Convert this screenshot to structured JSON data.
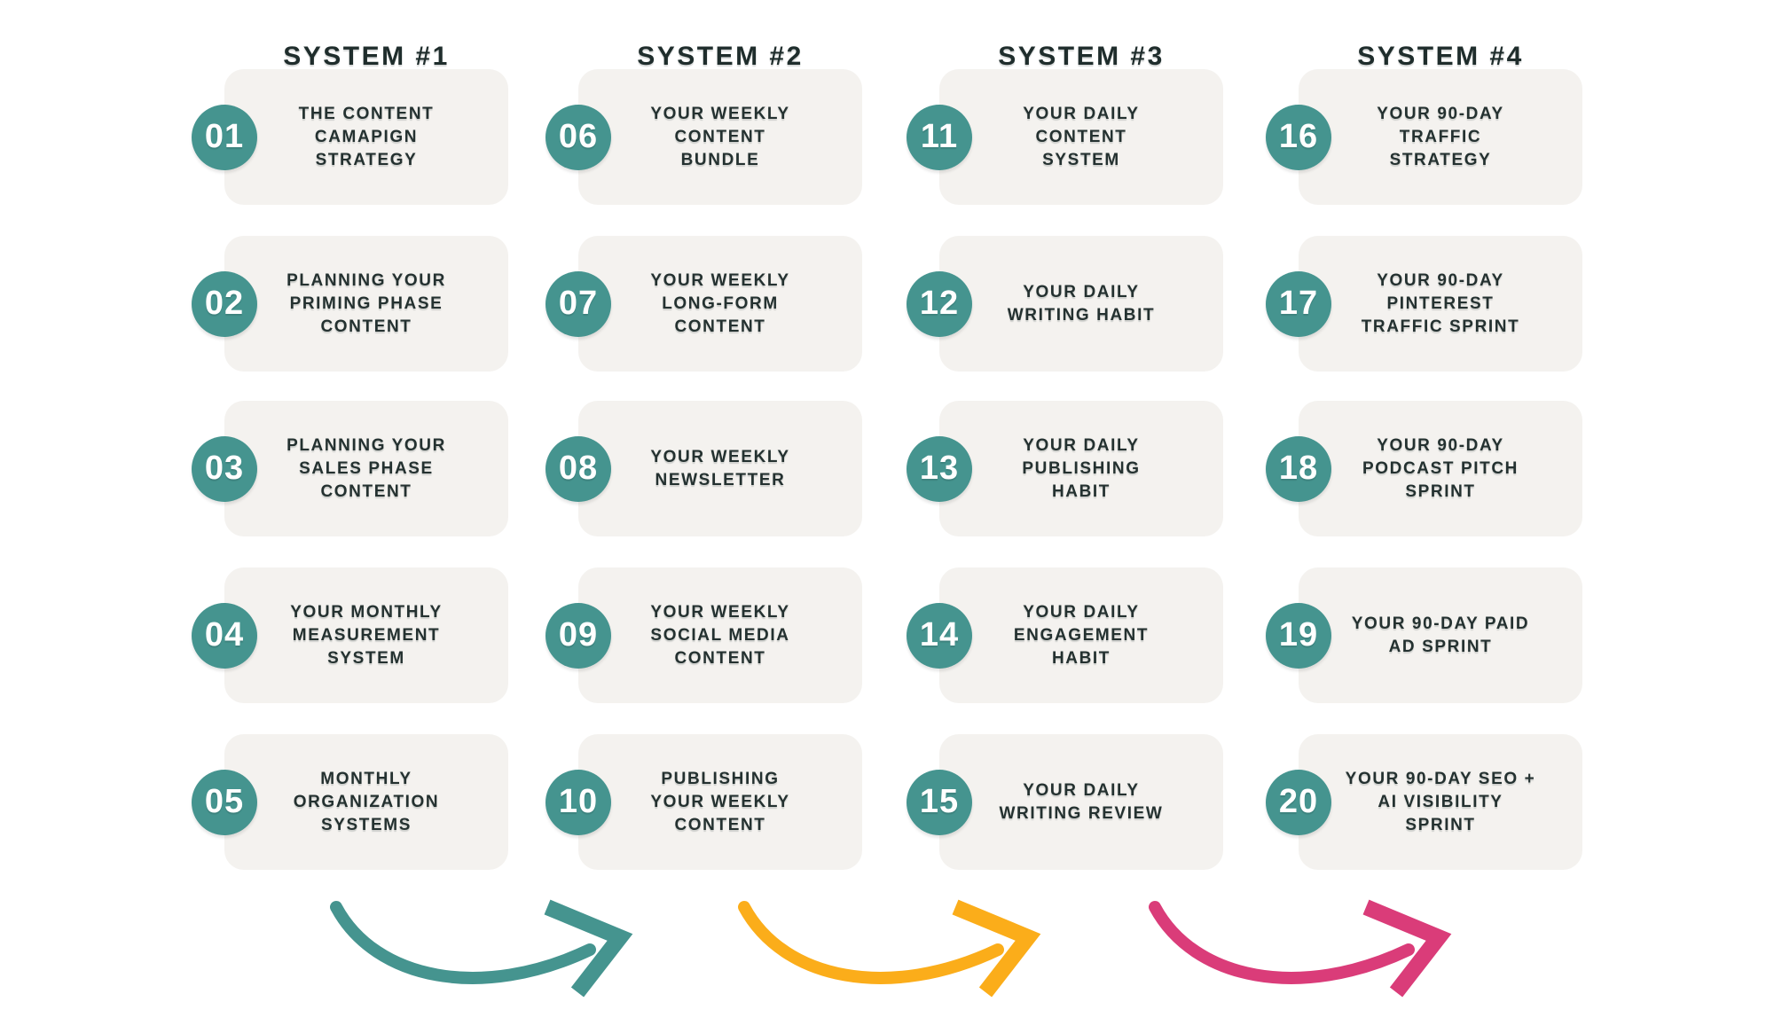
{
  "columns": [
    {
      "title": "SYSTEM #1",
      "cards": [
        {
          "number": "01",
          "label": "THE CONTENT\nCAMAPIGN\nSTRATEGY"
        },
        {
          "number": "02",
          "label": "PLANNING YOUR\nPRIMING PHASE\nCONTENT"
        },
        {
          "number": "03",
          "label": "PLANNING YOUR\nSALES PHASE\nCONTENT"
        },
        {
          "number": "04",
          "label": "YOUR MONTHLY\nMEASUREMENT\nSYSTEM"
        },
        {
          "number": "05",
          "label": "MONTHLY\nORGANIZATION\nSYSTEMS"
        }
      ]
    },
    {
      "title": "SYSTEM #2",
      "cards": [
        {
          "number": "06",
          "label": "YOUR WEEKLY\nCONTENT\nBUNDLE"
        },
        {
          "number": "07",
          "label": "YOUR WEEKLY\nLONG-FORM\nCONTENT"
        },
        {
          "number": "08",
          "label": "YOUR WEEKLY\nNEWSLETTER"
        },
        {
          "number": "09",
          "label": "YOUR WEEKLY\nSOCIAL MEDIA\nCONTENT"
        },
        {
          "number": "10",
          "label": "PUBLISHING\nYOUR WEEKLY\nCONTENT"
        }
      ]
    },
    {
      "title": "SYSTEM #3",
      "cards": [
        {
          "number": "11",
          "label": "YOUR DAILY\nCONTENT\nSYSTEM"
        },
        {
          "number": "12",
          "label": "YOUR DAILY\nWRITING HABIT"
        },
        {
          "number": "13",
          "label": "YOUR DAILY\nPUBLISHING\nHABIT"
        },
        {
          "number": "14",
          "label": "YOUR DAILY\nENGAGEMENT\nHABIT"
        },
        {
          "number": "15",
          "label": "YOUR DAILY\nWRITING REVIEW"
        }
      ]
    },
    {
      "title": "SYSTEM #4",
      "cards": [
        {
          "number": "16",
          "label": "YOUR 90-DAY\nTRAFFIC\nSTRATEGY"
        },
        {
          "number": "17",
          "label": "YOUR 90-DAY\nPINTEREST\nTRAFFIC SPRINT"
        },
        {
          "number": "18",
          "label": "YOUR 90-DAY\nPODCAST PITCH\nSPRINT"
        },
        {
          "number": "19",
          "label": "YOUR 90-DAY PAID\nAD SPRINT"
        },
        {
          "number": "20",
          "label": "YOUR 90-DAY SEO +\nAI VISIBILITY\nSPRINT"
        }
      ]
    }
  ],
  "arrows": [
    {
      "name": "teal-arrow",
      "color": "#45948f"
    },
    {
      "name": "yellow-arrow",
      "color": "#fbad1a"
    },
    {
      "name": "pink-arrow",
      "color": "#da3c79"
    }
  ],
  "colors": {
    "badge_teal": "#45948f",
    "card_background": "#f4f2ef",
    "text_dark": "#243130",
    "arrow_teal": "#45948f",
    "arrow_yellow": "#fbad1a",
    "arrow_pink": "#da3c79"
  }
}
